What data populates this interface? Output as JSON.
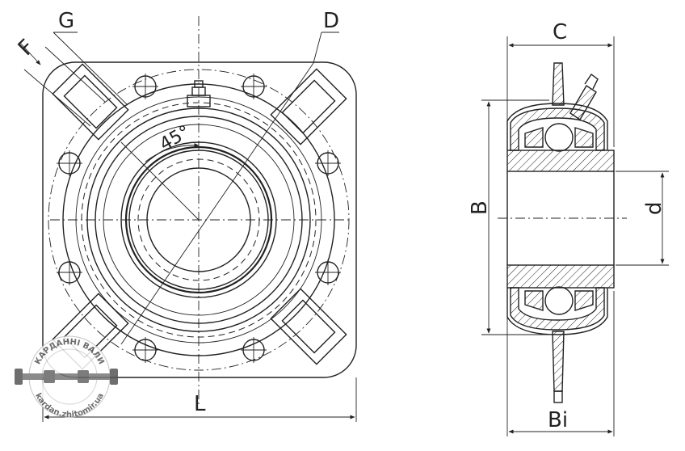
{
  "labels": {
    "G": "G",
    "F": "F",
    "D": "D",
    "angle": "45°",
    "L": "L",
    "C": "C",
    "B": "B",
    "d": "d",
    "Bi": "Bi"
  },
  "watermark": {
    "top_text": "КАРДАННІ ВАЛИ",
    "bottom_text": "kardan.zhitomir.ua",
    "icon": "driveshaft-logo"
  }
}
